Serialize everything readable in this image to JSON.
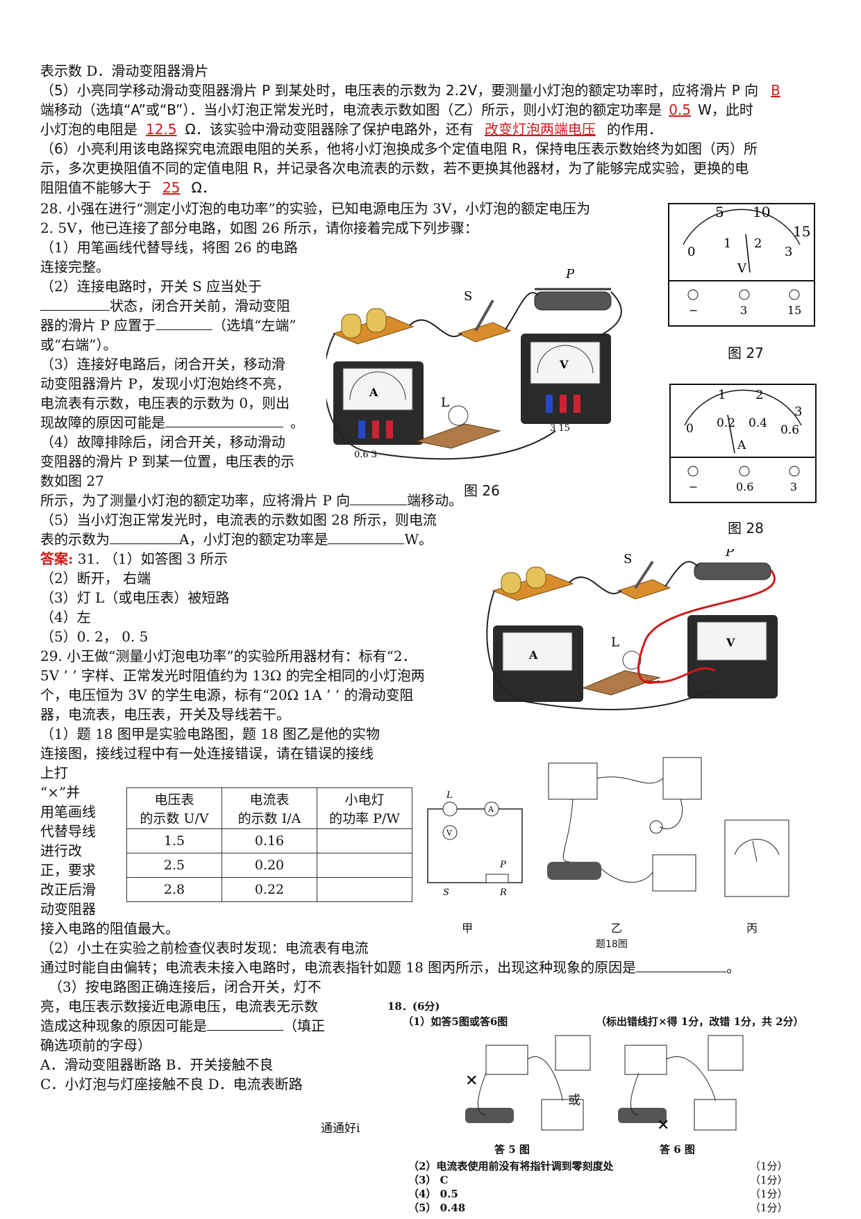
{
  "q27": {
    "line0": "表示数      D．滑动变阻器滑片",
    "p5_a": "（5）小亮同学移动滑动变阻器滑片 P 到某处时，电压表的示数为 2.2V，要测量小灯泡的额定功率时，应将滑片 P 向",
    "p5_ans1": "B",
    "p5_b": "端移动（选填“A”或“B”）．当小灯泡正常发光时，电流表示数如图（乙）所示，则小灯泡的额定功率是",
    "p5_ans2": "0.5",
    "p5_c": "W，此时",
    "p5_d": "小灯泡的电阻是",
    "p5_ans3": "12.5",
    "p5_e": "Ω．该实验中滑动变阻器除了保护电路外，还有",
    "p5_ans4": "改变灯泡两端电压",
    "p5_f": "的作用．",
    "p6_a": "（6）小亮利用该电路探究电流跟电阻的关系，他将小灯泡换成多个定值电阻 R，保持电压表示数始终为如图（丙）所",
    "p6_b": "示，多次更换阻值不同的定值电阻 R，并记录各次电流表的示数，若不更换其他器材，为了能够完成实验，更换的电",
    "p6_c": "阻阻值不能够大于",
    "p6_ans": "25",
    "p6_d": "Ω．"
  },
  "q28": {
    "l1": "28. 小强在进行“测定小灯泡的电功率”的实验，已知电源电压为 3V，小灯泡的额定电压为",
    "l2": "2. 5V，他已连接了部分电路，如图 26 所示，请你接着完成下列步骤：",
    "l3": "（1）用笔画线代替导线，将图 26 的电路",
    "l4": "连接完整。",
    "l5": "（2）连接电路时，开关 S 应当处于",
    "l6": "状态，闭合开关前，滑动变阻",
    "l7a": "器的滑片 P 应置于",
    "l7b": "（选填“左端”",
    "l8": "或“右端”）。",
    "l9": "（3）连接好电路后，闭合开关，移动滑",
    "l10": "动变阻器滑片 P，发现小灯泡始终不亮，",
    "l11": "电流表有示数，电压表的示数为 0，则出",
    "l12": "现故障的原因可能是",
    "l12b": "。",
    "l13": "（4）故障排除后，闭合开关，移动滑动",
    "l14": "变阻器的滑片 P 到某一位置，电压表的示",
    "l15": "数如图 27",
    "l16a": "所示，为了测量小灯泡的额定功率，应将滑片 P 向",
    "l16b": "端移动。",
    "l17": "（5）当小灯泡正常发光时，电流表的示数如图 28 所示，则电流",
    "l18a": "表的示数为",
    "l18b": "A，小灯泡的额定功率是",
    "l18c": "W。",
    "ans_label": "答案:",
    "ans1": " 31. （1）如答图 3 所示",
    "ans2": "（2）断开，  右端",
    "ans3": "（3）灯 L（或电压表）被短路",
    "ans4": "（4）左",
    "ans5": "（5）0. 2，  0. 5"
  },
  "q29": {
    "l1": "29. 小王做“测量小灯泡电功率”的实验所用器材有：标有“2．",
    "l2": "5V ’ ’ 字样、正常发光时阻值约为 13Ω  的完全相同的小灯泡两",
    "l3": "个，电压恒为 3V  的学生电源，标有“20Ω   1A ’ ’ 的滑动变阻",
    "l4": "器，电流表，电压表，开关及导线若干。",
    "l5": "（1）题 18  图甲是实验电路图，题 18  图乙是他的实物",
    "l6": "连接图，接线过程中有一处连接错误，请在错误的接线",
    "l7": "上打",
    "side": [
      "“×”并",
      "用笔画线",
      "代替导线",
      "进行改",
      "正，要求",
      "改正后滑",
      "动变阻器"
    ],
    "l8": "接入电路的阻值最大。",
    "l9": "（2）小土在实验之前检查仪表时发现：电流表有电流",
    "l10a": "通过时能自由偏转；电流表未接入电路时，电流表指针如题 18  图丙所示，出现这种现象的原因是",
    "l10b": "。",
    "l11": "（3）按电路图正确连接后，闭合开关，灯不",
    "l12": "亮，电压表示数接近电源电压，电流表无示数",
    "l13a": "造成这种现象的原因可能是",
    "l13b": "（填正",
    "l14": "确选项前的字母）",
    "l15": "A．滑动变阻器断路        B．开关接触不良",
    "l16": "C．小灯泡与灯座接触不良      D．电流表断路",
    "footer": "通通好i"
  },
  "table": {
    "headers": [
      [
        "电压表",
        "的示数 U/V"
      ],
      [
        "电流表",
        "的示数 I/A"
      ],
      [
        "小电灯",
        "的功率 P/W"
      ]
    ],
    "rows": [
      [
        "1.5",
        "0.16",
        ""
      ],
      [
        "2.5",
        "0.20",
        ""
      ],
      [
        "2.8",
        "0.22",
        ""
      ]
    ]
  },
  "figures": {
    "fig26": "图 26",
    "fig27": "图 27",
    "fig28": "图 28",
    "fig_ans3": "答图 3",
    "meter27_top": [
      "5",
      "10",
      "15"
    ],
    "meter27_bottom": [
      "0",
      "1",
      "2",
      "3"
    ],
    "meter27_unit": "V",
    "meter27_terms": [
      "−",
      "3",
      "15"
    ],
    "meter28_top": [
      "1",
      "2",
      "3"
    ],
    "meter28_bottom": [
      "0",
      "0.2",
      "0.4",
      "0.6"
    ],
    "meter28_unit": "A",
    "meter28_terms": [
      "−",
      "0.6",
      "3"
    ],
    "label_S": "S",
    "label_P": "P",
    "label_L": "L",
    "term_A": "0.6  3",
    "term_V": "3  15",
    "fig18_labels": [
      "甲",
      "乙",
      "丙"
    ],
    "fig18_caption": "题18图",
    "circuit_labels": [
      "L",
      "V",
      "A",
      "P",
      "S",
      "R"
    ]
  },
  "solution": {
    "head": "18．(6分)",
    "line1": "（1）如答5图或答6图",
    "line1r": "（标出错线打×得 1分，改错 1分，共 2分）",
    "or": "或",
    "cap5": "答 5 图",
    "cap6": "答 6 图",
    "items": [
      {
        "t": "（2）电流表使用前没有将指针调到零刻度处",
        "s": "（1分）"
      },
      {
        "t": "（3）  C",
        "s": "（1分）"
      },
      {
        "t": "（4）  0.5",
        "s": "（1分）"
      },
      {
        "t": "（5）  0.48",
        "s": "（1分）"
      }
    ]
  }
}
